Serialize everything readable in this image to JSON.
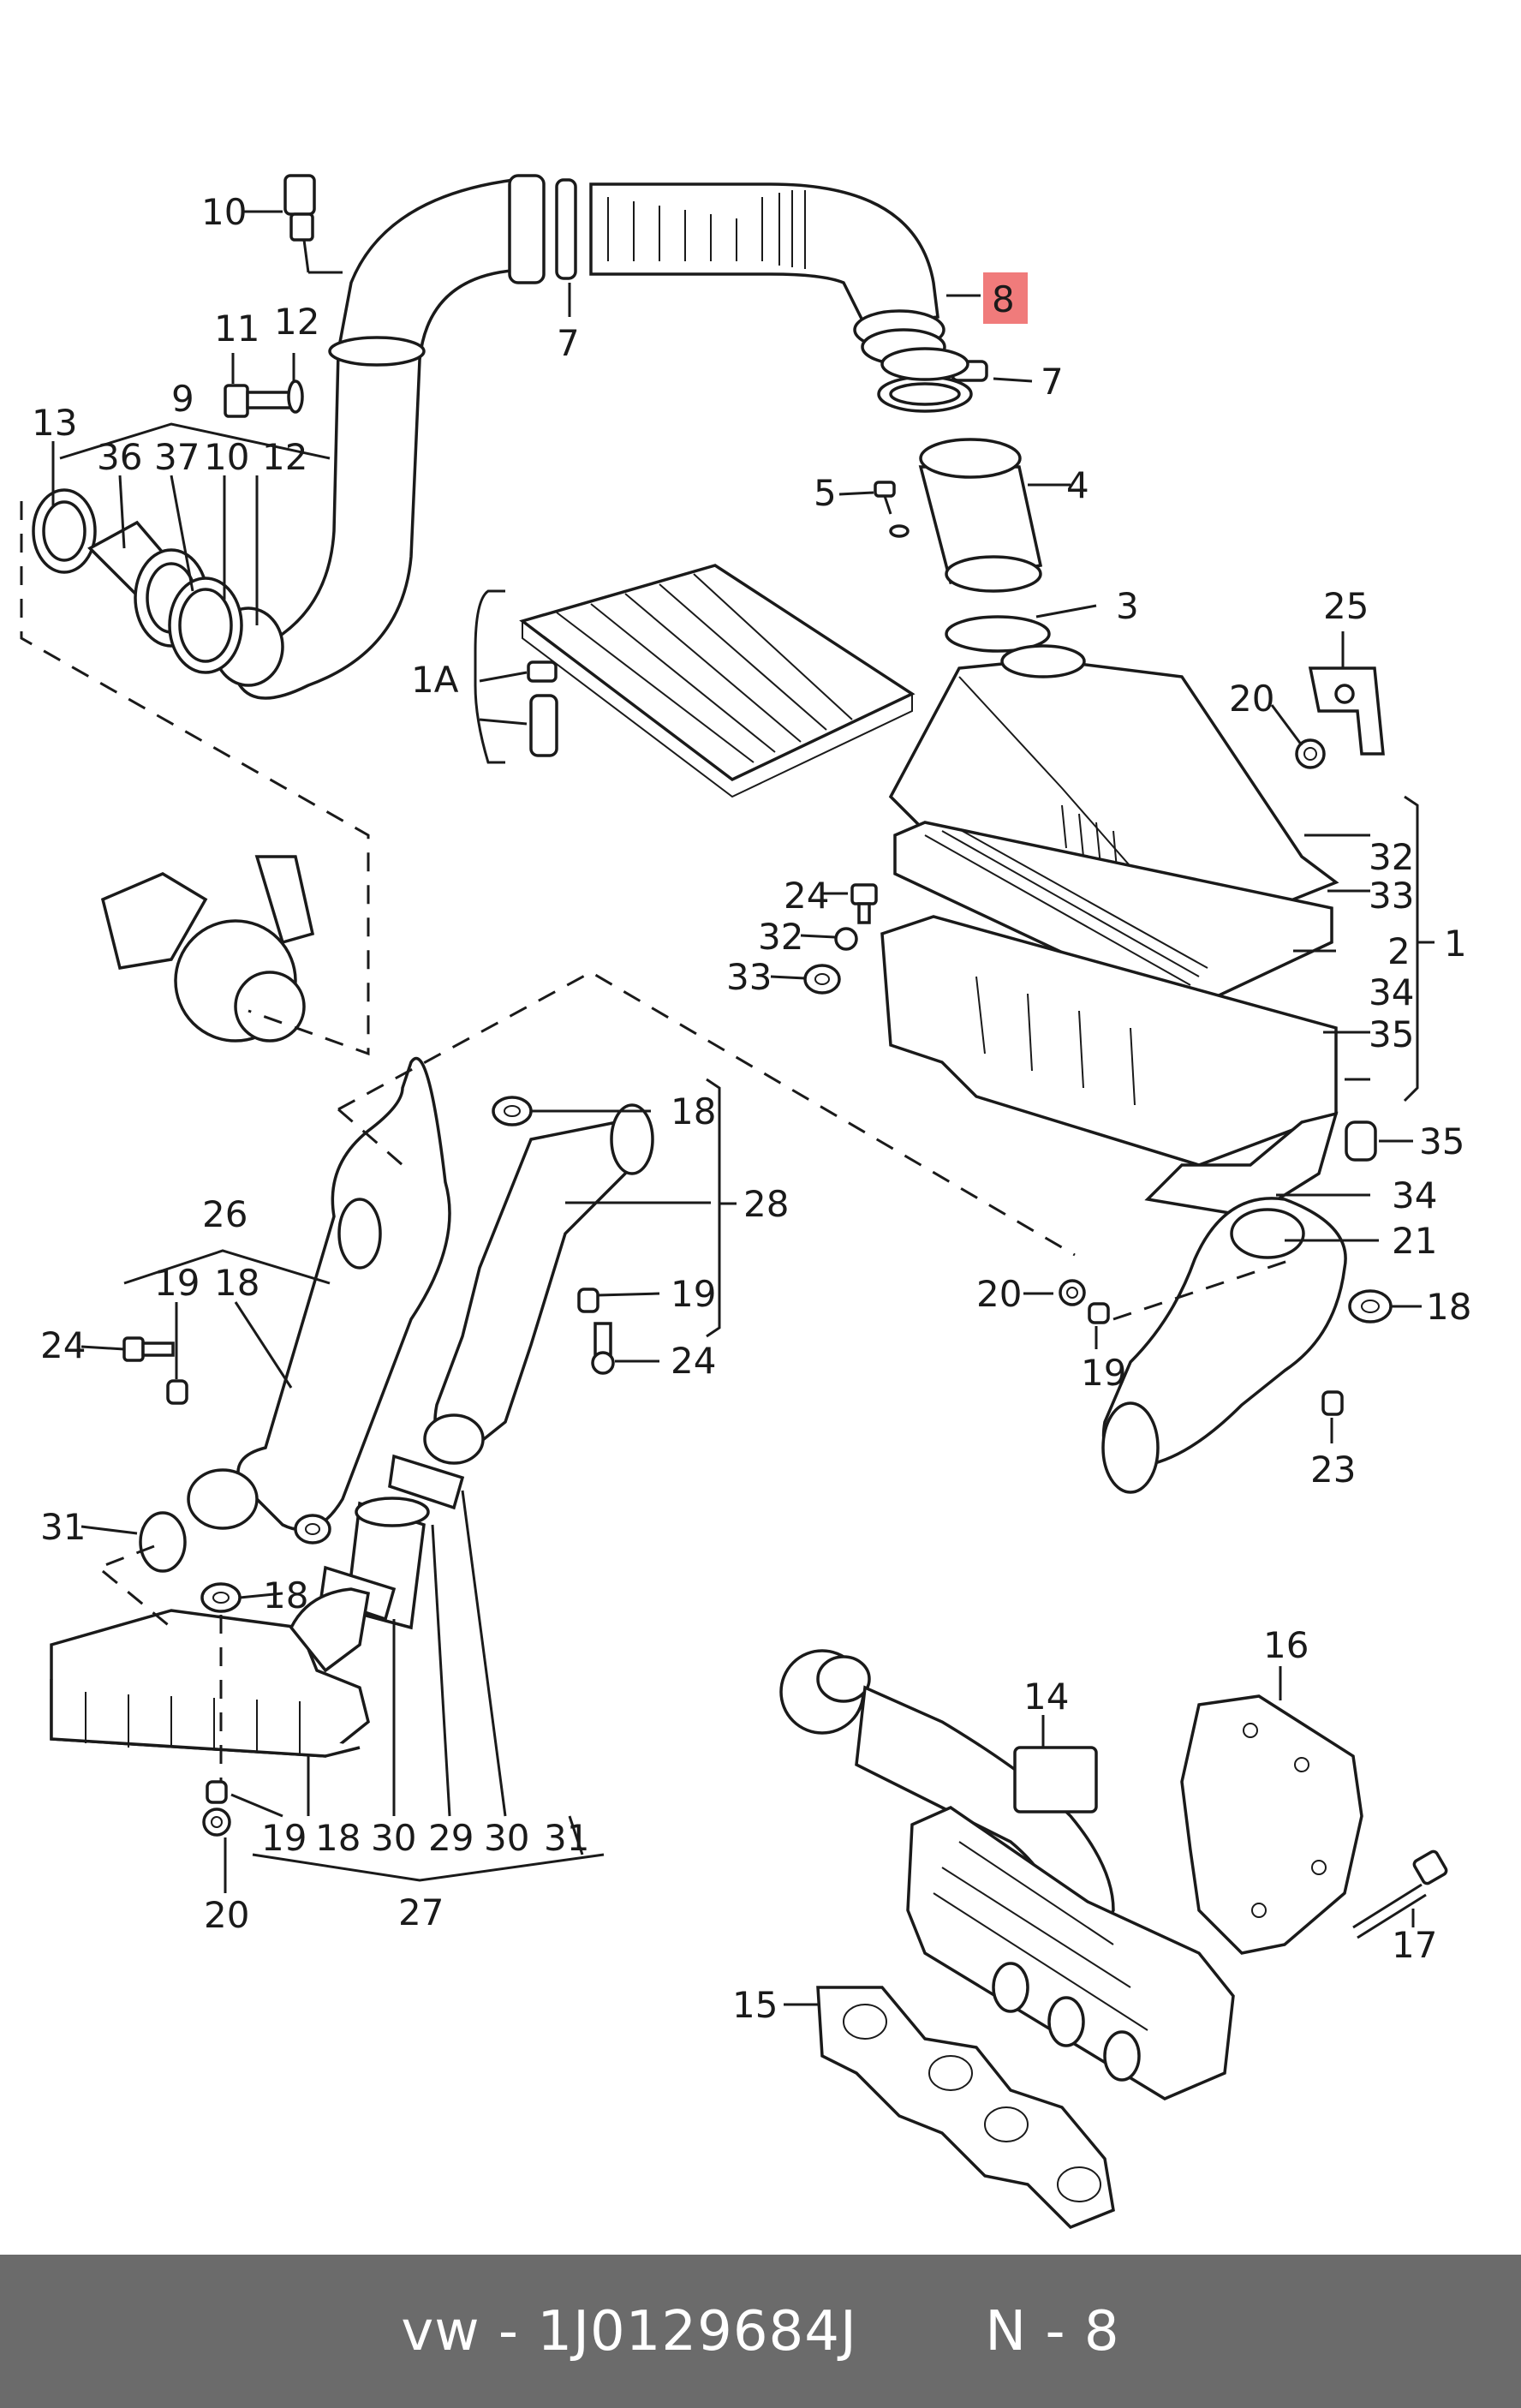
{
  "highlight_color": "#f07b7b",
  "footer": {
    "brand": "vw",
    "separator": " - ",
    "part_number": "1J0129684J",
    "ref": "N - 8"
  },
  "callouts": {
    "c10a": "10",
    "c8": "8",
    "c7a": "7",
    "c11": "11",
    "c12a": "12",
    "c7b": "7",
    "c9": "9",
    "c13": "13",
    "c36": "36",
    "c37": "37",
    "c10b": "10",
    "c12b": "12",
    "c5": "5",
    "c4": "4",
    "c3": "3",
    "c1A": "1A",
    "c25": "25",
    "c20a": "20",
    "c32a": "32",
    "c33a": "33",
    "c24a": "24",
    "c32b": "32",
    "c33b": "33",
    "c2": "2",
    "c1": "1",
    "c34a": "34",
    "c35a": "35",
    "c35b": "35",
    "c34b": "34",
    "c18a": "18",
    "c28": "28",
    "c21": "21",
    "c26": "26",
    "c19a": "19",
    "c18b": "18",
    "c20b": "20",
    "c18c": "18",
    "c19b": "19",
    "c24b": "24",
    "c24c": "24",
    "c19c": "19",
    "c23": "23",
    "c31a": "31",
    "c18d": "18",
    "c16": "16",
    "c14": "14",
    "c19d": "19",
    "c18e": "18",
    "c30a": "30",
    "c29": "29",
    "c30b": "30",
    "c31b": "31",
    "c17": "17",
    "c20c": "20",
    "c27": "27",
    "c15": "15"
  }
}
